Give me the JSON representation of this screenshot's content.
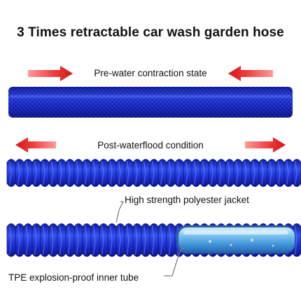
{
  "title": "3 Times retractable car wash garden hose",
  "labels": {
    "pre": "Pre-water contraction state",
    "post": "Post-waterflood condition",
    "jacket": "High strength polyester jacket",
    "tube": "TPE explosion-proof inner tube"
  },
  "colors": {
    "hose_blue": "#1f2fd0",
    "hose_dark": "#0b1690",
    "hose_light": "#4a6cf0",
    "arrow_red": "#e02020",
    "tube_blue": "#6fb8ea",
    "callout_line": "#7a7f88"
  },
  "icons": {
    "arrow_in_left": "red-arrow-right-icon",
    "arrow_in_right": "red-arrow-left-icon",
    "arrow_out_left": "red-arrow-left-icon",
    "arrow_out_right": "red-arrow-right-icon"
  }
}
